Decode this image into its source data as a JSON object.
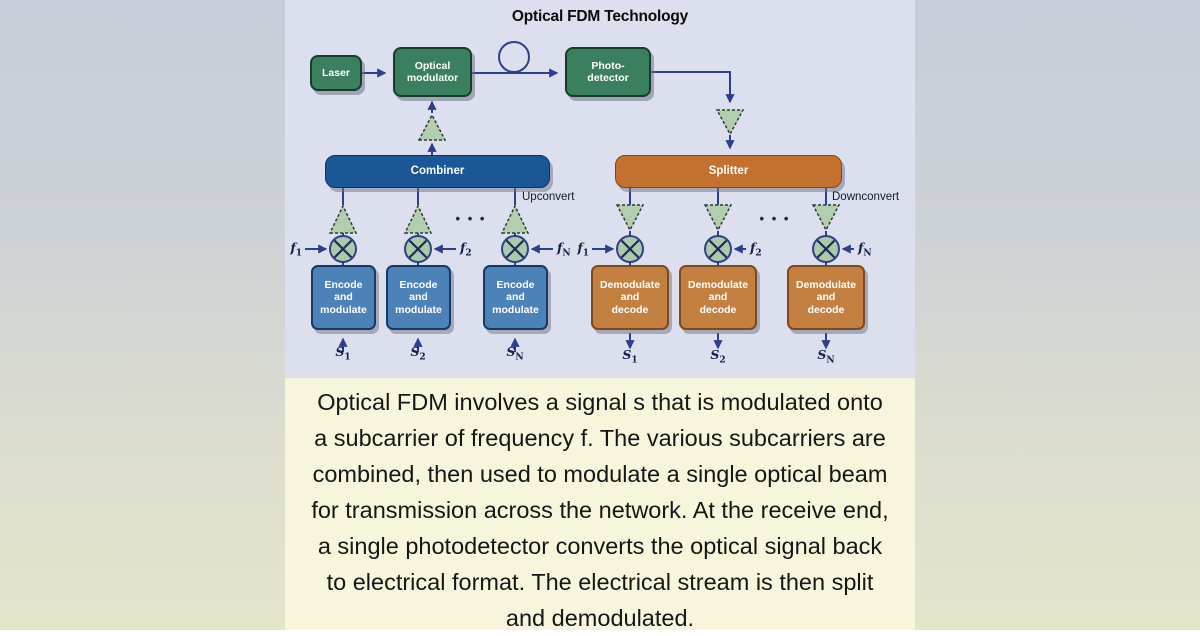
{
  "title": "Optical FDM Technology",
  "diagram": {
    "laser": "Laser",
    "optical_modulator_line1": "Optical",
    "optical_modulator_line2": "modulator",
    "photo_detector_line1": "Photo-",
    "photo_detector_line2": "detector",
    "combiner": "Combiner",
    "splitter": "Splitter",
    "upconvert_label": "Upconvert",
    "downconvert_label": "Downconvert",
    "ellipsis": "• • •",
    "tx_branches": [
      {
        "f_base": "f",
        "f_sub": "1",
        "box_line1": "Encode",
        "box_line2": "and",
        "box_line3": "modulate",
        "s_base": "S",
        "s_sub": "1"
      },
      {
        "f_base": "f",
        "f_sub": "2",
        "box_line1": "Encode",
        "box_line2": "and",
        "box_line3": "modulate",
        "s_base": "S",
        "s_sub": "2"
      },
      {
        "f_base": "f",
        "f_sub": "N",
        "box_line1": "Encode",
        "box_line2": "and",
        "box_line3": "modulate",
        "s_base": "S",
        "s_sub": "N"
      }
    ],
    "rx_branches": [
      {
        "f_base": "f",
        "f_sub": "1",
        "box_line1": "Demodulate",
        "box_line2": "and",
        "box_line3": "decode",
        "s_base": "S",
        "s_sub": "1"
      },
      {
        "f_base": "f",
        "f_sub": "2",
        "box_line1": "Demodulate",
        "box_line2": "and",
        "box_line3": "decode",
        "s_base": "S",
        "s_sub": "2"
      },
      {
        "f_base": "f",
        "f_sub": "N",
        "box_line1": "Demodulate",
        "box_line2": "and",
        "box_line3": "decode",
        "s_base": "S",
        "s_sub": "N"
      }
    ],
    "icons": {
      "fiber_loop": "fiber-loop-icon",
      "amplifier": "amplifier-triangle-icon",
      "mixer": "mixer-icon"
    }
  },
  "caption": {
    "lines": [
      "Optical FDM involves a signal s that is modulated onto",
      "a subcarrier of frequency f. The various subcarriers are",
      "combined, then used to modulate a single optical beam",
      "for transmission across the network. At the receive end,",
      "a single photodetector converts the optical signal back",
      "to electrical format. The electrical stream is then split",
      "and demodulated."
    ]
  },
  "colors": {
    "outer_top": "#c7cdd9",
    "outer_bottom": "#e4e5cb",
    "diagram_bg": "#dcdfed",
    "caption_bg": "#f7f6dc",
    "green_box": "#3a7f5e",
    "combiner_blue": "#1b5796",
    "splitter_orange": "#c4702f",
    "encode_blue": "#4d82b8",
    "decode_orange": "#c48040",
    "wire_navy": "#2e3f8c",
    "amp_fill": "#b3ceae"
  }
}
